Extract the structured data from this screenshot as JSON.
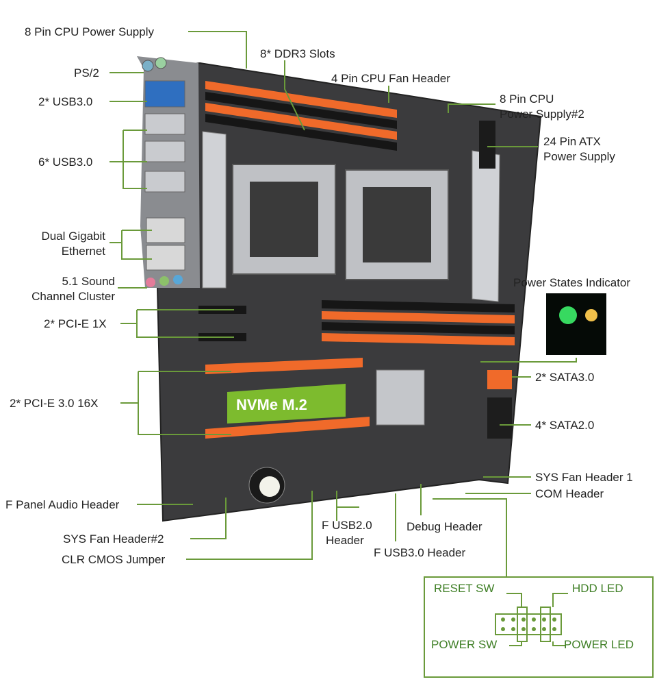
{
  "labels": {
    "cpu_power_8pin": "8 Pin CPU Power Supply",
    "ddr3_slots": "8* DDR3 Slots",
    "ps2": "PS/2",
    "cpu_fan_4pin": "4 Pin CPU Fan Header",
    "usb3_2": "2* USB3.0",
    "cpu_power_2_line1": "8 Pin CPU",
    "cpu_power_2_line2": "Power Supply#2",
    "atx_24pin_line1": "24 Pin ATX",
    "atx_24pin_line2": "Power Supply",
    "usb3_6": "6* USB3.0",
    "ethernet_line1": "Dual Gigabit",
    "ethernet_line2": "Ethernet",
    "power_states": "Power States Indicator",
    "sound_line1": "5.1 Sound",
    "sound_line2": "Channel Cluster",
    "pcie_1x": "2* PCI-E 1X",
    "sata3": "2* SATA3.0",
    "pcie_16x": "2* PCI-E 3.0 16X",
    "sata2": "4* SATA2.0",
    "sys_fan_1": "SYS Fan Header 1",
    "com_header": "COM Header",
    "f_panel_audio": "F Panel Audio Header",
    "usb2_line1": "F USB2.0",
    "usb2_line2": "Header",
    "debug_header": "Debug Header",
    "sys_fan_2": "SYS Fan Header#2",
    "usb3_header": "F USB3.0 Header",
    "clr_cmos": "CLR CMOS Jumper",
    "nvme": "NVMe M.2",
    "reset_sw": "RESET SW",
    "hdd_led": "HDD  LED",
    "power_sw": "POWER SW",
    "power_led": "POWER LED"
  },
  "colors": {
    "leader_line": "#6a9a3a",
    "board": "#3b3b3d",
    "slot_orange": "#f06a2a",
    "slot_black": "#161616",
    "nvme_green": "#7dbb2e",
    "panel_text": "#3f7f26"
  }
}
